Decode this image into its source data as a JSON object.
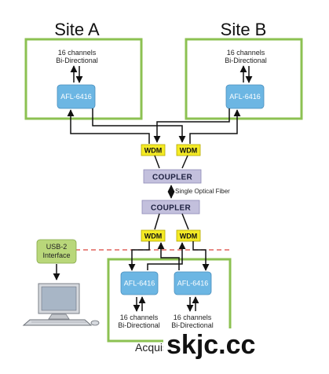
{
  "site_a": {
    "title": "Site A",
    "channels_line1": "16 channels",
    "channels_line2": "Bi-Directional",
    "device": "AFL-6416"
  },
  "site_b": {
    "title": "Site B",
    "channels_line1": "16 channels",
    "channels_line2": "Bi-Directional",
    "device": "AFL-6416"
  },
  "wdm_label": "WDM",
  "coupler_label": "COUPLER",
  "fiber_label": "Single Optical Fiber",
  "usb": {
    "line1": "USB-2",
    "line2": "Interface"
  },
  "acquisition": {
    "title": "Acquisition",
    "device": "AFL-6416",
    "channels_line1": "16 channels",
    "channels_line2": "Bi-Directional"
  },
  "watermark": "skjc.cc",
  "colors": {
    "site_border": "#8cc152",
    "device_fill": "#6cb6e3",
    "wdm_fill": "#f4ea25",
    "coupler_fill": "#c3c0dd",
    "usb_fill": "#b9d77a",
    "dashed_line": "#d9443c"
  }
}
